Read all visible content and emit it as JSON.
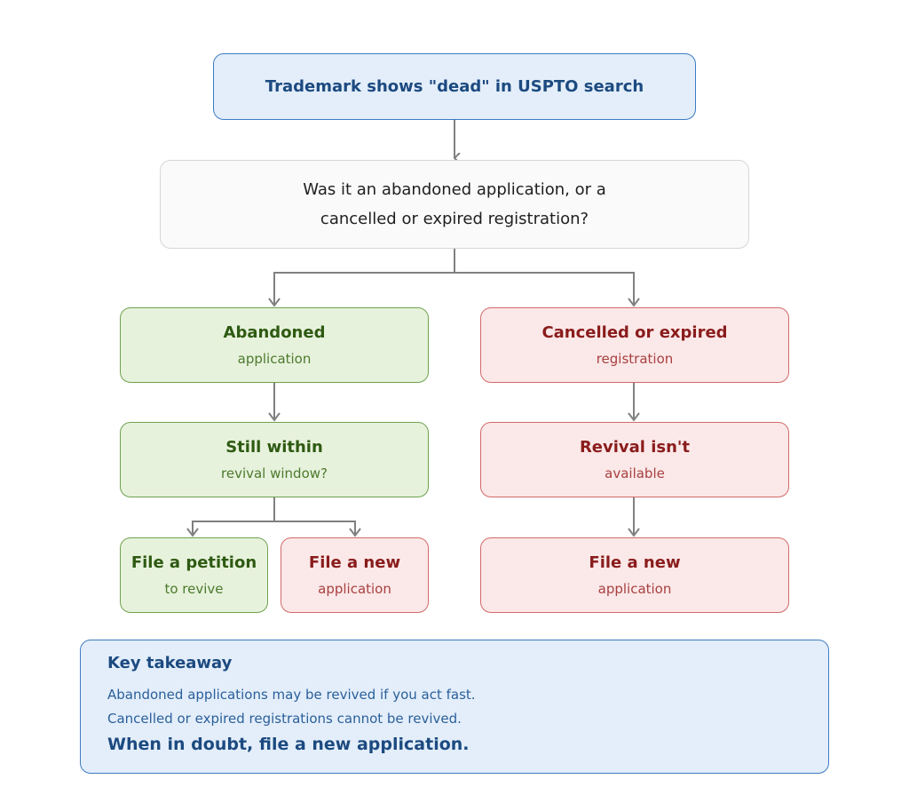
{
  "start": {
    "text": "Trademark shows \"dead\" in USPTO search"
  },
  "question": {
    "line1": "Was it an abandoned application, or a",
    "line2": "cancelled or expired registration?"
  },
  "left_branch": {
    "status": {
      "title": "Abandoned",
      "subtitle": "application"
    },
    "check": {
      "title": "Still within",
      "subtitle": "revival window?"
    },
    "yes_outcome": {
      "title": "File a petition",
      "subtitle": "to revive"
    },
    "no_outcome": {
      "title": "File a new",
      "subtitle": "application"
    }
  },
  "right_branch": {
    "status": {
      "title": "Cancelled or expired",
      "subtitle": "registration"
    },
    "check": {
      "title": "Revival isn't",
      "subtitle": "available"
    },
    "outcome": {
      "title": "File a new",
      "subtitle": "application"
    }
  },
  "takeaway": {
    "title": "Key takeaway",
    "lines": [
      "Abandoned applications may be revived if you act fast.",
      "Cancelled or expired registrations cannot be revived."
    ],
    "emphasis": "When in doubt, file a new application."
  },
  "colors": {
    "blue_fill": "#e3eefa",
    "blue_border": "#3d7cc2",
    "green_fill": "#e7f2dc",
    "green_border": "#6fa24f",
    "red_fill": "#fbe8e8",
    "red_border": "#d26a6a",
    "connector": "#808080"
  }
}
